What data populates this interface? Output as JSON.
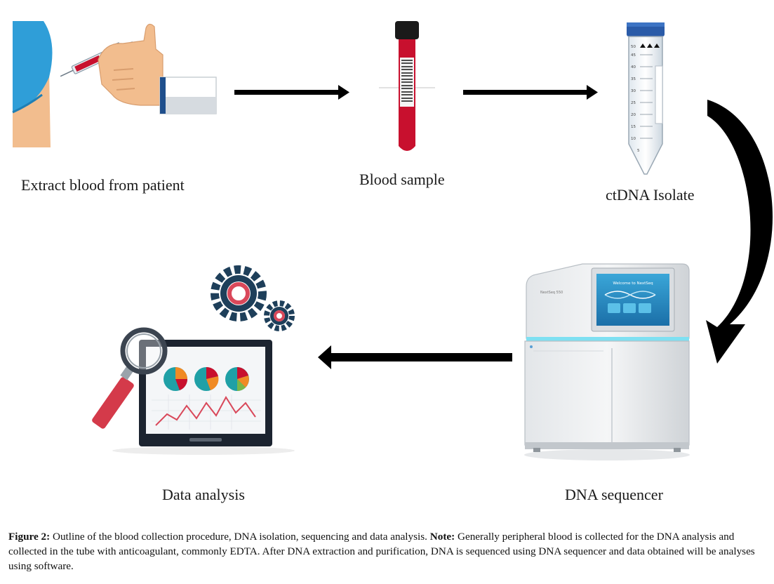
{
  "steps": {
    "extract": "Extract blood from patient",
    "blood_sample": "Blood sample",
    "isolate": "ctDNA Isolate",
    "sequencer": "DNA sequencer",
    "analysis": "Data analysis"
  },
  "tube_scale": [
    "50",
    "45",
    "40",
    "35",
    "30",
    "25",
    "20",
    "15",
    "10",
    "5"
  ],
  "screen_text": "Welcome to NextSeq",
  "sequencer_brand": "NextSeq 550",
  "caption": {
    "figure_label": "Figure 2:",
    "figure_text": " Outline of the blood collection procedure, DNA isolation, sequencing and data analysis. ",
    "note_label": "Note:",
    "note_text": " Generally peripheral blood is collected for the DNA analysis and collected in the tube with anticoagulant, commonly EDTA. After DNA extraction and purification, DNA is sequenced using DNA sequencer and data obtained will be analyses using software."
  },
  "colors": {
    "arrow": "#000000",
    "blood_red": "#c8102e",
    "skin": "#f2bd8e",
    "sleeve_blue": "#2f9ed8",
    "gear_navy": "#1e3f5a",
    "pie_teal": "#1fa0a6",
    "pie_orange": "#f08a24"
  }
}
